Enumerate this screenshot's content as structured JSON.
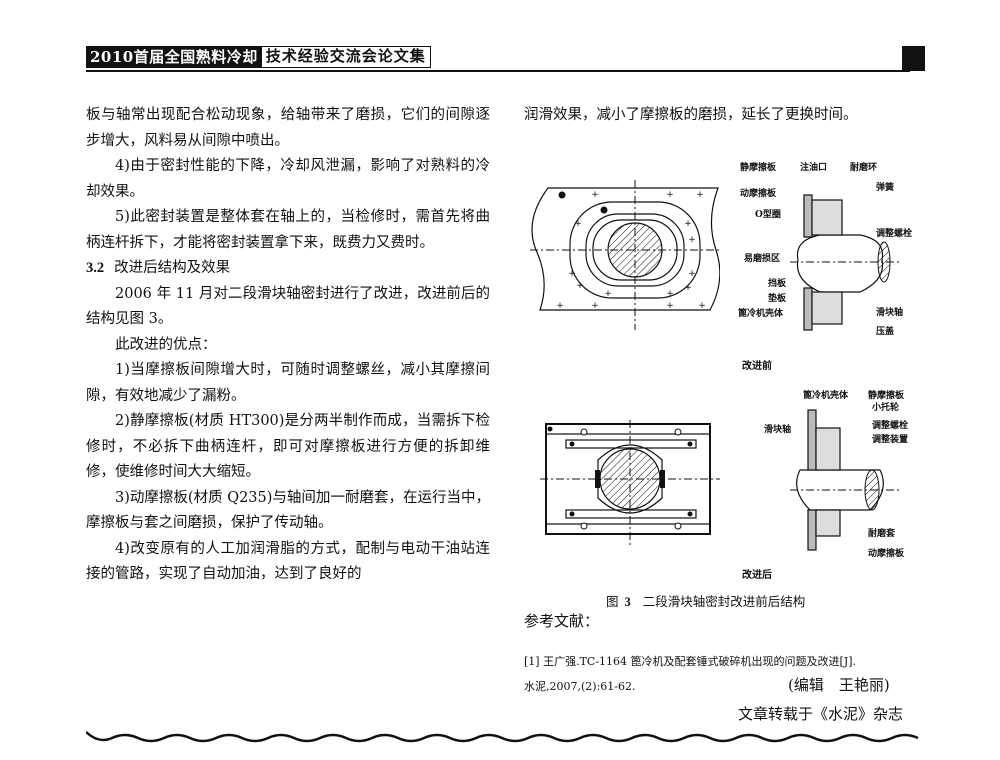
{
  "header": {
    "title_black": "2010首届全国熟料冷却",
    "title_white": "技术经验交流会论文集"
  },
  "left_column": {
    "paragraphs": [
      "板与轴常出现配合松动现象，给轴带来了磨损，它们的间隙逐步增大，风料易从间隙中喷出。",
      "4)由于密封性能的下降，冷却风泄漏，影响了对熟料的冷却效果。",
      "5)此密封装置是整体套在轴上的，当检修时，需首先将曲柄连杆拆下，才能将密封装置拿下来，既费力又费时。"
    ],
    "section": {
      "number": "3.2",
      "title": "改进后结构及效果"
    },
    "paragraphs2": [
      "2006 年 11 月对二段滑块轴密封进行了改进，改进前后的结构见图 3。",
      "此改进的优点：",
      "1)当摩擦板间隙增大时，可随时调整螺丝，减小其摩擦间隙，有效地减少了漏粉。",
      "2)静摩擦板(材质 HT300)是分两半制作而成，当需拆下检修时，不必拆下曲柄连杆，即可对摩擦板进行方便的拆卸维修，使维修时间大大缩短。",
      "3)动摩擦板(材质 Q235)与轴间加一耐磨套，在运行当中，摩擦板与套之间磨损，保护了传动轴。",
      "4)改变原有的人工加润滑脂的方式，配制与电动干油站连接的管路，实现了自动加油，达到了良好的"
    ]
  },
  "right_column": {
    "continuation": "润滑效果，减小了摩擦板的磨损，延长了更换时间。"
  },
  "figure": {
    "before": {
      "caption": "改进前",
      "labels": [
        "静摩擦板",
        "注油口",
        "耐磨环",
        "动摩擦板",
        "弹簧",
        "O型圈",
        "调整螺栓",
        "易磨损区",
        "挡板",
        "垫板",
        "篦冷机壳体",
        "滑块轴",
        "压盖"
      ]
    },
    "after": {
      "caption": "改进后",
      "labels": [
        "篦冷机壳体",
        "静摩擦板",
        "小托轮",
        "滑块轴",
        "调整螺栓",
        "调整装置",
        "耐磨套",
        "动摩擦板"
      ]
    },
    "caption": {
      "prefix": "图",
      "number": "3",
      "text": "二段滑块轴密封改进前后结构"
    }
  },
  "references": {
    "title": "参考文献：",
    "items": [
      {
        "line1": "[1]  王广强.TC-1164 篦冷机及配套锤式破碎机出现的问题及改进[J].",
        "line2": "水泥,2007,(2):61-62."
      }
    ]
  },
  "editor": "(编辑　王艳丽)",
  "source": "文章转载于《水泥》杂志"
}
